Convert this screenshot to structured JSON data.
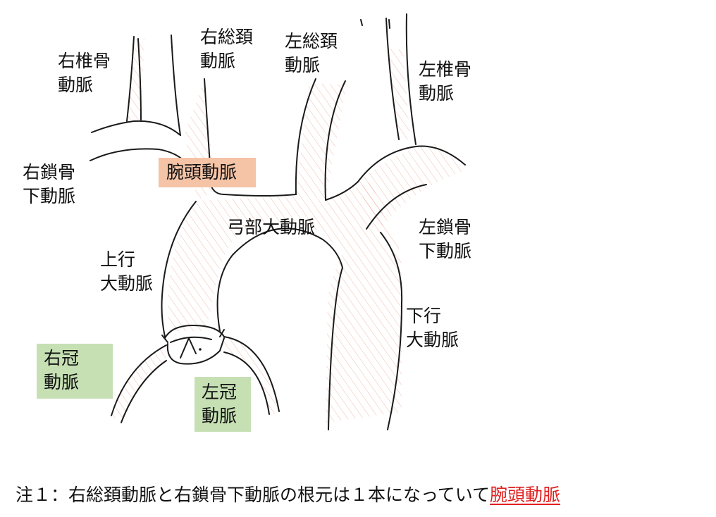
{
  "labels": {
    "right_vertebral": [
      "右椎骨",
      "動脈"
    ],
    "right_common_carotid": [
      "右総頚",
      "動脈"
    ],
    "left_common_carotid": [
      "左総頚",
      "動脈"
    ],
    "left_vertebral": [
      "左椎骨",
      "動脈"
    ],
    "right_subclavian": [
      "右鎖骨",
      "下動脈"
    ],
    "brachiocephalic": "腕頭動脈",
    "aortic_arch": "弓部大動脈",
    "left_subclavian": [
      "左鎖骨",
      "下動脈"
    ],
    "ascending_aorta": [
      "上行",
      "大動脈"
    ],
    "descending_aorta": [
      "下行",
      "大動脈"
    ],
    "right_coronary": [
      "右冠",
      "動脈"
    ],
    "left_coronary": [
      "左冠",
      "動脈"
    ]
  },
  "footnote": {
    "text": "注１：右総頚動脈と右鎖骨下動脈の根元は１本になっていて",
    "highlight": "腕頭動脈"
  },
  "colors": {
    "stroke": "#1a1a1a",
    "vessel_shade": "#e8957a",
    "brachiocephalic_box": "#f5c3a6",
    "coronary_box": "#c6e0b4",
    "highlight_text": "#e02020"
  }
}
